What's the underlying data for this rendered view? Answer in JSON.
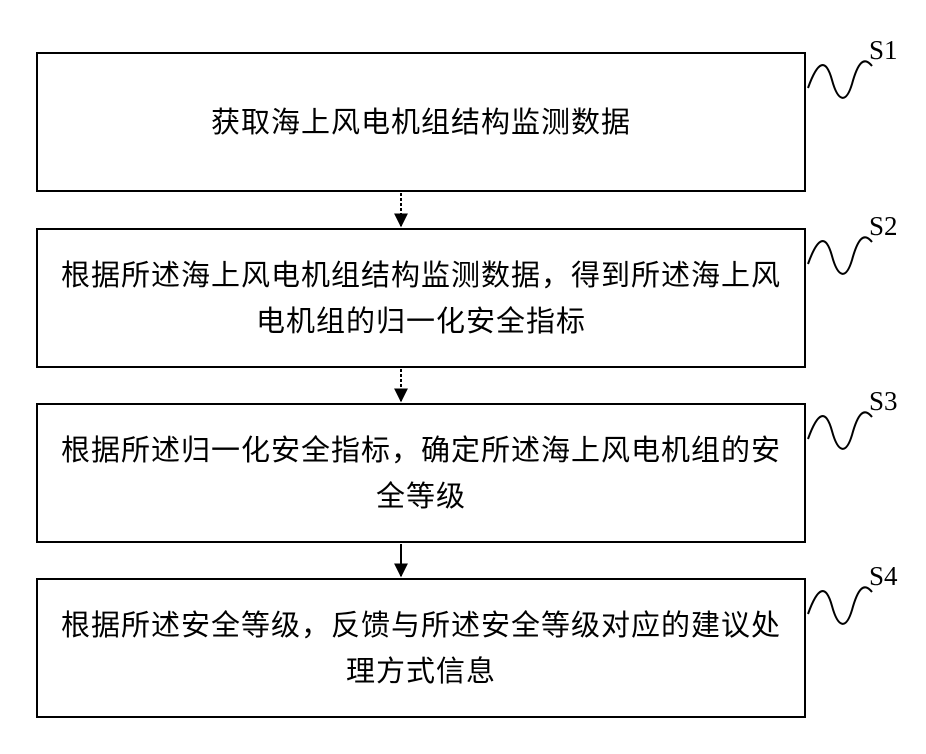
{
  "steps": [
    {
      "label": "S1",
      "text": "获取海上风电机组结构监测数据"
    },
    {
      "label": "S2",
      "text": "根据所述海上风电机组结构监测数据，得到所述海上风电机组的归一化安全指标"
    },
    {
      "label": "S3",
      "text": "根据所述归一化安全指标，确定所述海上风电机组的安全等级"
    },
    {
      "label": "S4",
      "text": "根据所述安全等级，反馈与所述安全等级对应的建议处理方式信息"
    }
  ]
}
